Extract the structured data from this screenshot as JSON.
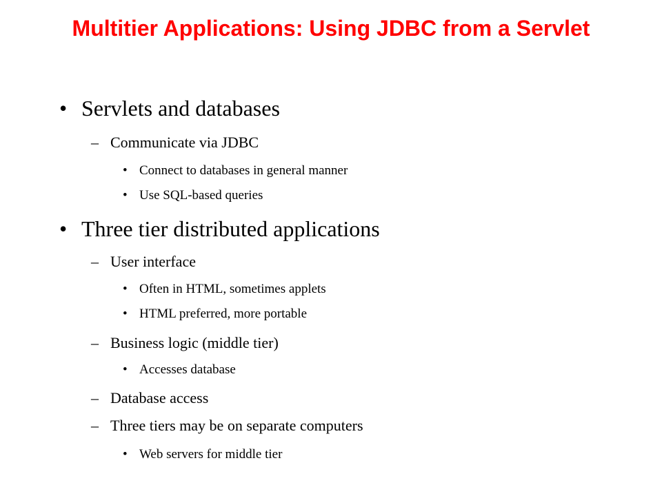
{
  "slide": {
    "title": "Multitier Applications: Using JDBC from a Servlet",
    "markers": {
      "level1": "•",
      "level2": "–",
      "level3": "•"
    },
    "items": [
      {
        "level": 1,
        "text": "Servlets and databases"
      },
      {
        "level": 2,
        "text": "Communicate via JDBC"
      },
      {
        "level": 3,
        "text": "Connect to databases in general manner"
      },
      {
        "level": 3,
        "text": "Use SQL-based queries"
      },
      {
        "level": 1,
        "text": "Three tier distributed applications"
      },
      {
        "level": 2,
        "text": "User interface"
      },
      {
        "level": 3,
        "text": "Often in HTML, sometimes applets"
      },
      {
        "level": 3,
        "text": "HTML preferred, more portable"
      },
      {
        "level": 2,
        "text": "Business logic (middle tier)"
      },
      {
        "level": 3,
        "text": "Accesses database"
      },
      {
        "level": 2,
        "text": "Database access"
      },
      {
        "level": 2,
        "text": "Three tiers may be on separate computers"
      },
      {
        "level": 3,
        "text": "Web servers for middle tier"
      }
    ],
    "colors": {
      "title": "#ff0000",
      "text": "#000000",
      "background": "#ffffff"
    }
  }
}
